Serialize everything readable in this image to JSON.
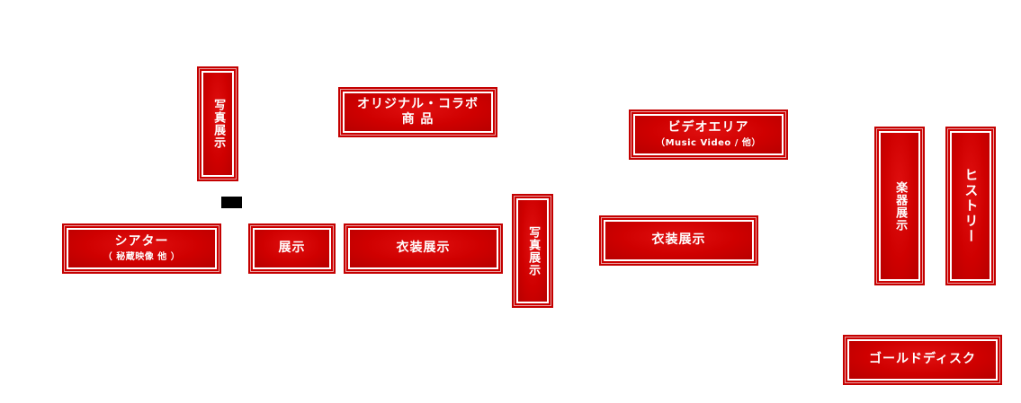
{
  "zones": {
    "photo_exhibit_1": {
      "label": "写真展示"
    },
    "original_collab_goods": {
      "line1": "オリジナル・コラボ",
      "line2": "商 品"
    },
    "video_area": {
      "label": "ビデオエリア",
      "sub": "（Music Video / 他）"
    },
    "instrument_exhibit": {
      "label": "楽器展示"
    },
    "history": {
      "label": "ヒストリー"
    },
    "theater": {
      "label": "シアター",
      "sub": "（ 秘蔵映像 他 ）"
    },
    "exhibit": {
      "label": "展示"
    },
    "costume_exhibit_1": {
      "label": "衣装展示"
    },
    "photo_exhibit_2": {
      "label": "写真展示"
    },
    "costume_exhibit_2": {
      "label": "衣装展示"
    },
    "gold_disc": {
      "label": "ゴールドディスク"
    }
  },
  "colors": {
    "zone_fill": "#cc0000",
    "zone_border": "#ffffff",
    "zone_text": "#ffffff",
    "marker": "#000000",
    "background": "#ffffff"
  }
}
